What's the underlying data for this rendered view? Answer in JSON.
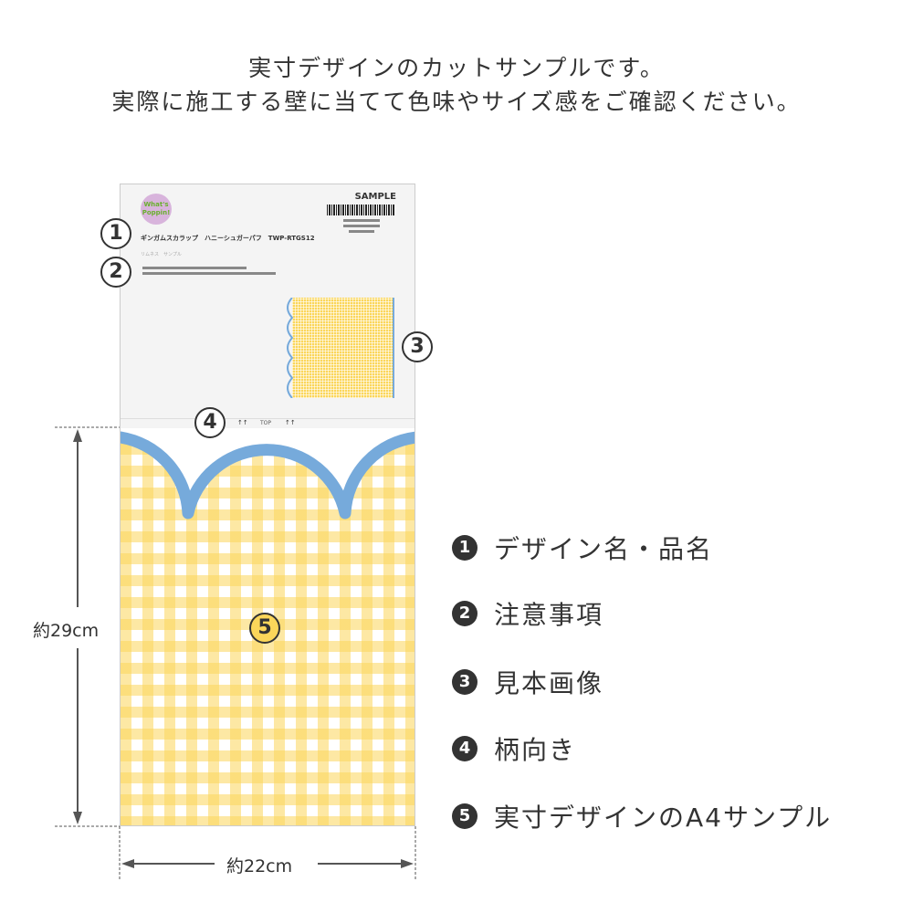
{
  "heading": {
    "line1": "実寸デザインのカットサンプルです。",
    "line2": "実際に施工する壁に当てて色味やサイズ感をご確認ください。"
  },
  "sample_card": {
    "logo_text": "What's Poppin!",
    "sample_label": "SAMPLE",
    "product_name": "ギンガムスカラップ　ハニーシュガーパフ　TWP-RTGS12",
    "sub_label": "リムネス　サンプル",
    "top_label": "TOP",
    "arrows": "↑↑"
  },
  "markers": [
    "1",
    "2",
    "3",
    "4",
    "5"
  ],
  "legend": [
    {
      "num": "1",
      "label": "デザイン名・品名"
    },
    {
      "num": "2",
      "label": "注意事項"
    },
    {
      "num": "3",
      "label": "見本画像"
    },
    {
      "num": "4",
      "label": "柄向き"
    },
    {
      "num": "5",
      "label": "実寸デザインのA4サンプル"
    }
  ],
  "dimensions": {
    "height": "約29cm",
    "width": "約22cm"
  },
  "colors": {
    "gingham_dark": "#fbd65a",
    "gingham_light": "#fde8a6",
    "scallop": "#76aadb"
  }
}
